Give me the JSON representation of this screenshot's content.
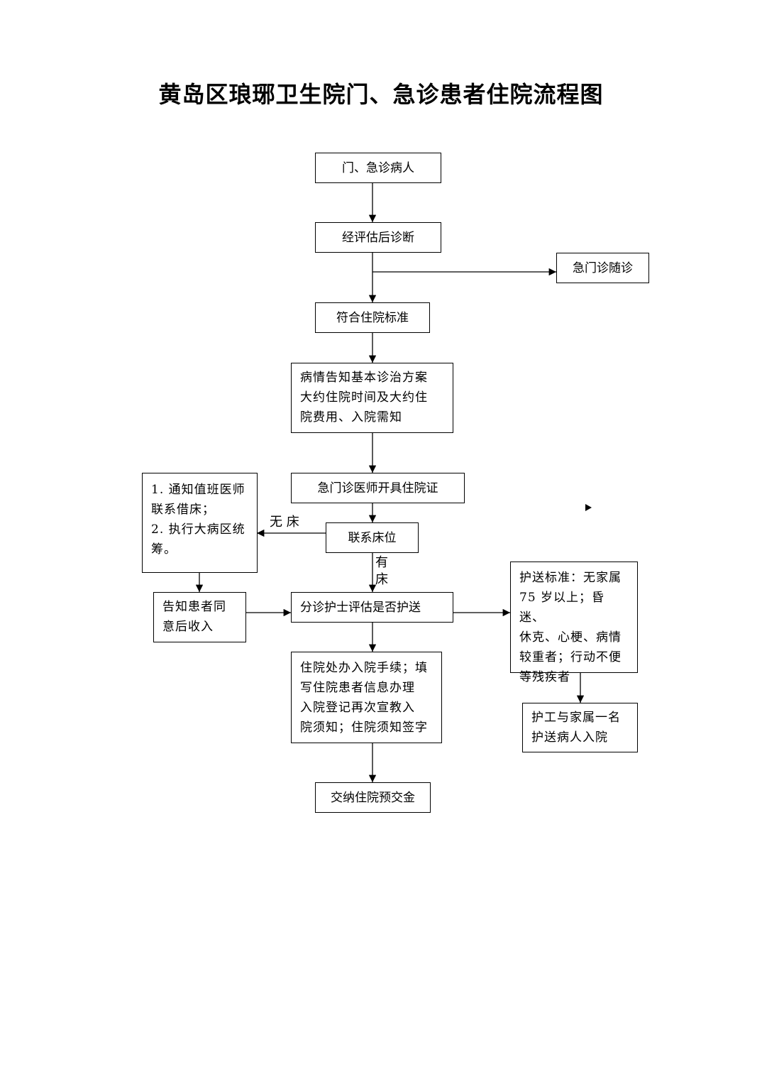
{
  "title": "黄岛区琅琊卫生院门、急诊患者住院流程图",
  "nodes": {
    "patient": "门、急诊病人",
    "diagnosis": "经评估后诊断",
    "followup": "急门诊随诊",
    "criteria": "符合住院标准",
    "inform": [
      "病情告知基本诊治方案",
      "大约住院时间及大约住",
      "院费用、入院需知"
    ],
    "certificate": "急门诊医师开具住院证",
    "contact_bed": "联系床位",
    "borrow_bed": [
      "1. 通知值班医师",
      "联系借床；",
      "2. 执行大病区统",
      "筹。"
    ],
    "consent": [
      "告知患者同",
      "意后收入"
    ],
    "triage": "分诊护士评估是否护送",
    "escort_criteria": [
      "护送标准：无家属",
      "75 岁以上；昏迷、",
      "休克、心梗、病情",
      "较重者；行动不便",
      "等残疾者"
    ],
    "escort": [
      "护工与家属一名",
      "护送病人入院"
    ],
    "admission": [
      "住院处办入院手续；填",
      "写住院患者信息办理",
      "入院登记再次宣教入",
      "院须知；住院须知签字"
    ],
    "deposit": "交纳住院预交金"
  },
  "edge_labels": {
    "no_bed": "无 床",
    "has_bed": [
      "有",
      "床"
    ]
  }
}
